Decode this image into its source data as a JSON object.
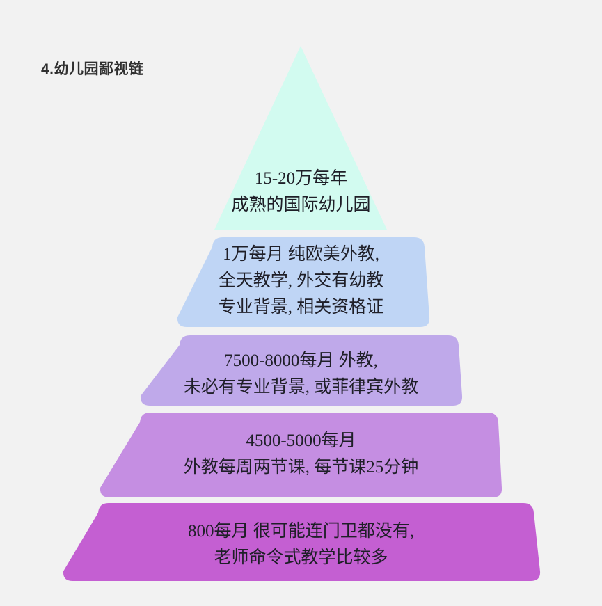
{
  "page": {
    "title": "4.幼儿园鄙视链",
    "background_color": "#f2f2f2",
    "text_color": "#1f1f28"
  },
  "chart_data": {
    "type": "pyramid",
    "title": "4.幼儿园鄙视链",
    "orientation": "top-narrow",
    "levels": [
      {
        "rank": 1,
        "shape": "triangle",
        "color": "#d2fbf0",
        "price": "15-20万每年",
        "description": "成熟的国际幼儿园",
        "lines": [
          "15-20万每年",
          "成熟的国际幼儿园"
        ],
        "text": "15-20万每年\n成熟的国际幼儿园"
      },
      {
        "rank": 2,
        "shape": "trapezoid",
        "color": "#bfd5f5",
        "price": "1万每月",
        "description": "纯欧美外教, 全天教学, 外交有幼教专业背景, 相关资格证",
        "lines": [
          "1万每月  纯欧美外教,",
          "全天教学, 外交有幼教",
          "专业背景, 相关资格证"
        ],
        "text": "1万每月  纯欧美外教,\n全天教学, 外交有幼教\n专业背景, 相关资格证"
      },
      {
        "rank": 3,
        "shape": "trapezoid",
        "color": "#bfa9ea",
        "price": "7500-8000每月",
        "description": "外教, 未必有专业背景, 或菲律宾外教",
        "lines": [
          "7500-8000每月 外教,",
          "未必有专业背景, 或菲律宾外教"
        ],
        "text": "7500-8000每月 外教,\n未必有专业背景, 或菲律宾外教"
      },
      {
        "rank": 4,
        "shape": "trapezoid",
        "color": "#c58ee2",
        "price": "4500-5000每月",
        "description": "外教每周两节课, 每节课25分钟",
        "lines": [
          "4500-5000每月",
          "外教每周两节课, 每节课25分钟"
        ],
        "text": "4500-5000每月\n外教每周两节课, 每节课25分钟"
      },
      {
        "rank": 5,
        "shape": "trapezoid",
        "color": "#c45fd2",
        "price": "800每月",
        "description": "很可能连门卫都没有, 老师命令式教学比较多",
        "lines": [
          "800每月 很可能连门卫都没有,",
          "老师命令式教学比较多"
        ],
        "text": "800每月 很可能连门卫都没有,\n老师命令式教学比较多"
      }
    ]
  }
}
